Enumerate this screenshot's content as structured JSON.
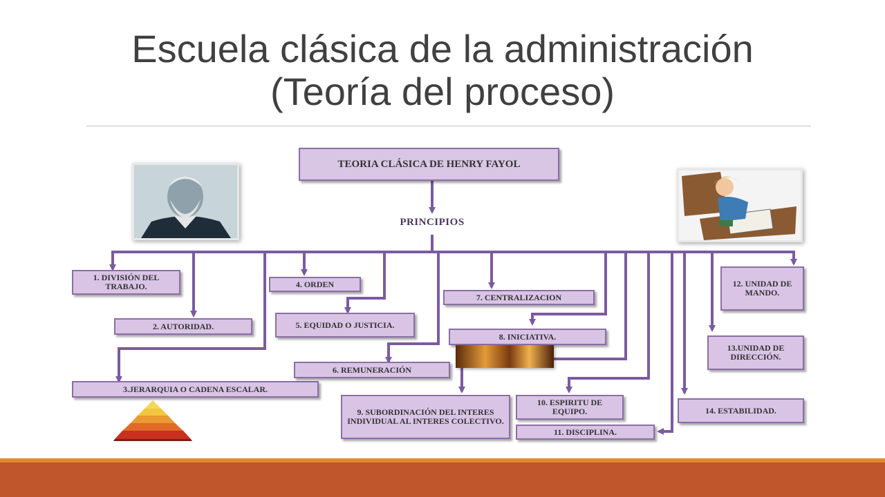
{
  "slide": {
    "title_line1": "Escuela clásica de la administración",
    "title_line2": "(Teoría del proceso)"
  },
  "diagram": {
    "head": "TEORIA CLÁSICA DE HENRY FAYOL",
    "subhead": "PRINCIPIOS",
    "principles": [
      "1. DIVISIÓN DEL TRABAJO.",
      "2. AUTORIDAD.",
      "3.JERARQUIA O CADENA ESCALAR.",
      "4. ORDEN",
      "5. EQUIDAD O JUSTICIA.",
      "6. REMUNERACIÓN",
      "7. CENTRALIZACION",
      "8. INICIATIVA.",
      "9. SUBORDINACIÓN DEL INTERES INDIVIDUAL AL INTERES COLECTIVO.",
      "10. ESPIRITU DE EQUIPO.",
      "11. DISCIPLINA.",
      "12. UNIDAD DE MANDO.",
      "13.UNIDAD DE DIRECCIÓN.",
      "14. ESTABILIDAD."
    ]
  },
  "colors": {
    "connector": "#7b5ba0",
    "box_fill": "#d9c4e6",
    "footer_accent": "#e08a2e",
    "footer_bar": "#c0562c"
  }
}
